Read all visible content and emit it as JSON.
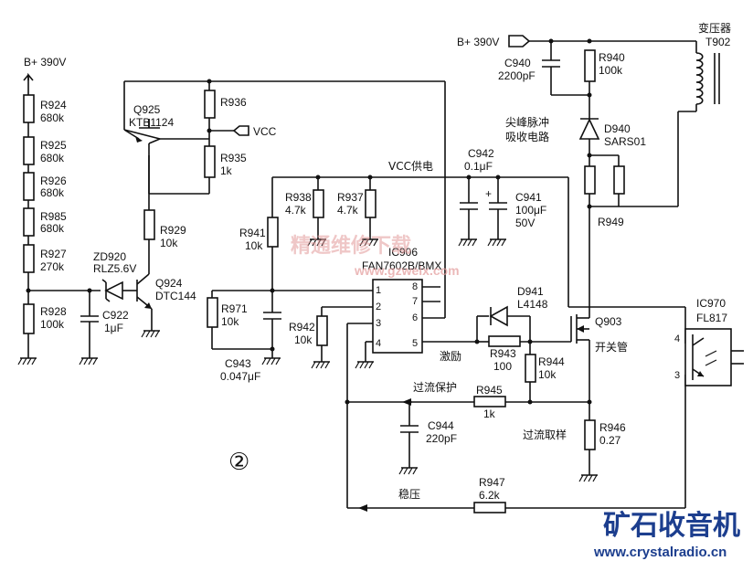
{
  "labels": {
    "b_plus_left": "B+ 390V",
    "b_plus_right": "B+ 390V",
    "vcc_arrow": "VCC",
    "vcc_supply": "VCC供电",
    "snubber_line1": "尖峰脉冲",
    "snubber_line2": "吸收电路",
    "transformer": "变压器",
    "transformer_ref": "T902",
    "drive": "激励",
    "switch_tube": "开关管",
    "overcurrent_protect": "过流保护",
    "overcurrent_sense": "过流取样",
    "regulation": "稳压",
    "circle_number": "②"
  },
  "components": {
    "R924": {
      "ref": "R924",
      "value": "680k"
    },
    "R925": {
      "ref": "R925",
      "value": "680k"
    },
    "R926": {
      "ref": "R926",
      "value": "680k"
    },
    "R985": {
      "ref": "R985",
      "value": "680k"
    },
    "R927": {
      "ref": "R927",
      "value": "270k"
    },
    "R928": {
      "ref": "R928",
      "value": "100k"
    },
    "ZD920": {
      "ref": "ZD920",
      "value": "RLZ5.6V"
    },
    "C922": {
      "ref": "C922",
      "value": "1μF"
    },
    "Q924": {
      "ref": "Q924",
      "value": "DTC144"
    },
    "Q925": {
      "ref": "Q925",
      "value": "KTB1124"
    },
    "R936": {
      "ref": "R936",
      "value": ""
    },
    "R935": {
      "ref": "R935",
      "value": "1k"
    },
    "R929": {
      "ref": "R929",
      "value": "10k"
    },
    "R938": {
      "ref": "R938",
      "value": "4.7k"
    },
    "R937": {
      "ref": "R937",
      "value": "4.7k"
    },
    "R941": {
      "ref": "R941",
      "value": "10k"
    },
    "R971": {
      "ref": "R971",
      "value": "10k"
    },
    "C943": {
      "ref": "C943",
      "value": "0.047μF"
    },
    "R942": {
      "ref": "R942",
      "value": "10k"
    },
    "C942": {
      "ref": "C942",
      "value": "0.1μF"
    },
    "C941": {
      "ref": "C941",
      "value": "100μF",
      "rating": "50V"
    },
    "IC906": {
      "ref": "IC906",
      "value": "FAN7602B/BMX"
    },
    "C940": {
      "ref": "C940",
      "value": "2200pF"
    },
    "R940": {
      "ref": "R940",
      "value": "100k"
    },
    "D940": {
      "ref": "D940",
      "value": "SARS01"
    },
    "R949": {
      "ref": "R949",
      "value": ""
    },
    "D941": {
      "ref": "D941",
      "value": "L4148"
    },
    "R943": {
      "ref": "R943",
      "value": "100"
    },
    "R944": {
      "ref": "R944",
      "value": "10k"
    },
    "Q903": {
      "ref": "Q903",
      "value": ""
    },
    "IC970": {
      "ref": "IC970",
      "value": "FL817"
    },
    "R945": {
      "ref": "R945",
      "value": "1k"
    },
    "C944": {
      "ref": "C944",
      "value": "220pF"
    },
    "R946": {
      "ref": "R946",
      "value": "0.27"
    },
    "R947": {
      "ref": "R947",
      "value": "6.2k"
    }
  },
  "ic_pins": [
    "1",
    "2",
    "3",
    "4",
    "5",
    "6",
    "7",
    "8"
  ],
  "opto_pins": [
    "4",
    "3"
  ],
  "watermark": {
    "cn": "精通维修下载",
    "url": "www.gzweix.com"
  },
  "brand": {
    "name": "矿石收音机",
    "url": "www.crystalradio.cn",
    "color": "#1c3e8e"
  }
}
